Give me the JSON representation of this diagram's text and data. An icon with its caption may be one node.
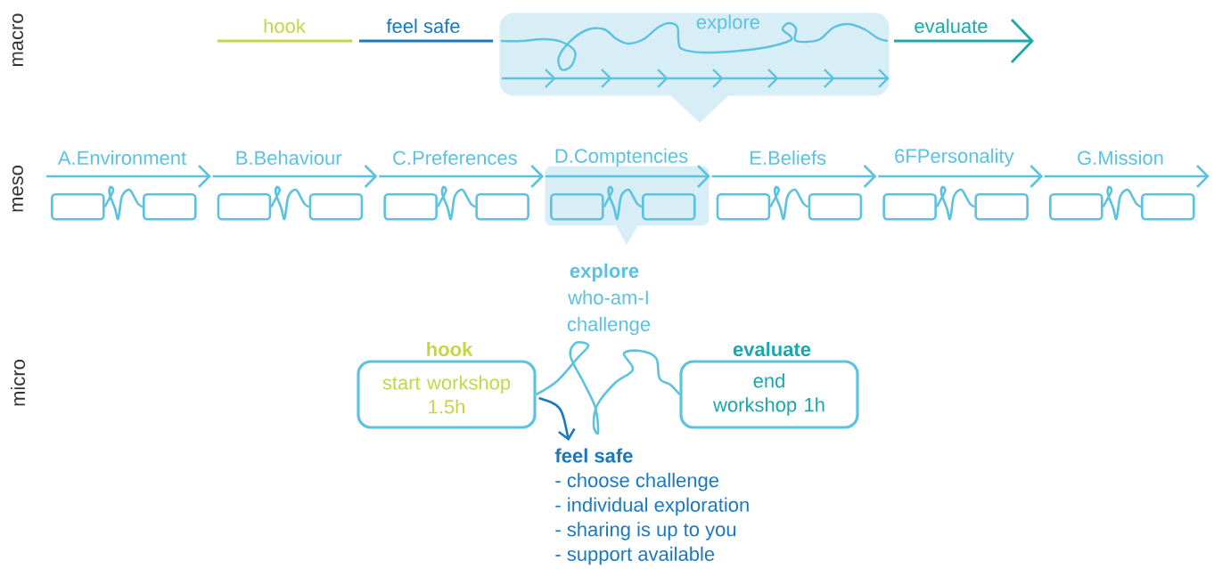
{
  "diagram": {
    "nodes": [
      {
        "text": [
          "explore"
        ]
      },
      {
        "text": [],
        "shape": "box"
      },
      {
        "text": [],
        "shape": "box"
      },
      {
        "text": [],
        "shape": "box"
      },
      {
        "text": [],
        "shape": "box"
      },
      {
        "text": [],
        "shape": "box"
      },
      {
        "text": [],
        "shape": "box"
      },
      {
        "text": [],
        "shape": "box"
      },
      {
        "text": [],
        "shape": "box",
        "in": 1
      },
      {
        "text": [],
        "shape": "box",
        "in": 1
      },
      {
        "text": [],
        "shape": "box"
      },
      {
        "text": [],
        "shape": "box"
      },
      {
        "text": [],
        "shape": "box"
      },
      {
        "text": [],
        "shape": "box"
      },
      {
        "text": [],
        "shape": "box"
      },
      {
        "text": [],
        "shape": "box"
      },
      {
        "text": [
          "hook",
          "start workshop 1.5h"
        ]
      },
      {
        "text": [
          "evaluate",
          "end workshop 1h"
        ]
      },
      {
        "text": [
          "feel safe",
          "- choose challenge",
          "- individual exploration",
          "- sharing is up to you",
          "- support available"
        ]
      }
    ],
    "edges": [
      {
        "from": 2,
        "to": 3,
        "arrow": "none"
      },
      {
        "from": 4,
        "to": 5,
        "arrow": "none"
      },
      {
        "from": 6,
        "to": 7,
        "arrow": "none"
      },
      {
        "from": 8,
        "to": 9,
        "arrow": "none"
      },
      {
        "from": 10,
        "to": 11,
        "arrow": "none"
      },
      {
        "from": 12,
        "to": 13,
        "arrow": "none"
      },
      {
        "from": 14,
        "to": 15,
        "arrow": "none"
      },
      {
        "from": 16,
        "to": 17,
        "arrow": "none"
      },
      {
        "from": 16,
        "to": 18,
        "arrow": "to",
        "color": "#1a78be"
      }
    ],
    "labels": [
      "macro",
      "hook",
      "feel safe",
      "evaluate",
      "meso",
      "A.Environment",
      "B.Behaviour",
      "C.Preferences",
      "D.Comptencies",
      "E.Beliefs",
      "6FPersonality",
      "G.Mission",
      "micro",
      "explore",
      "who-am-I challenge"
    ]
  }
}
